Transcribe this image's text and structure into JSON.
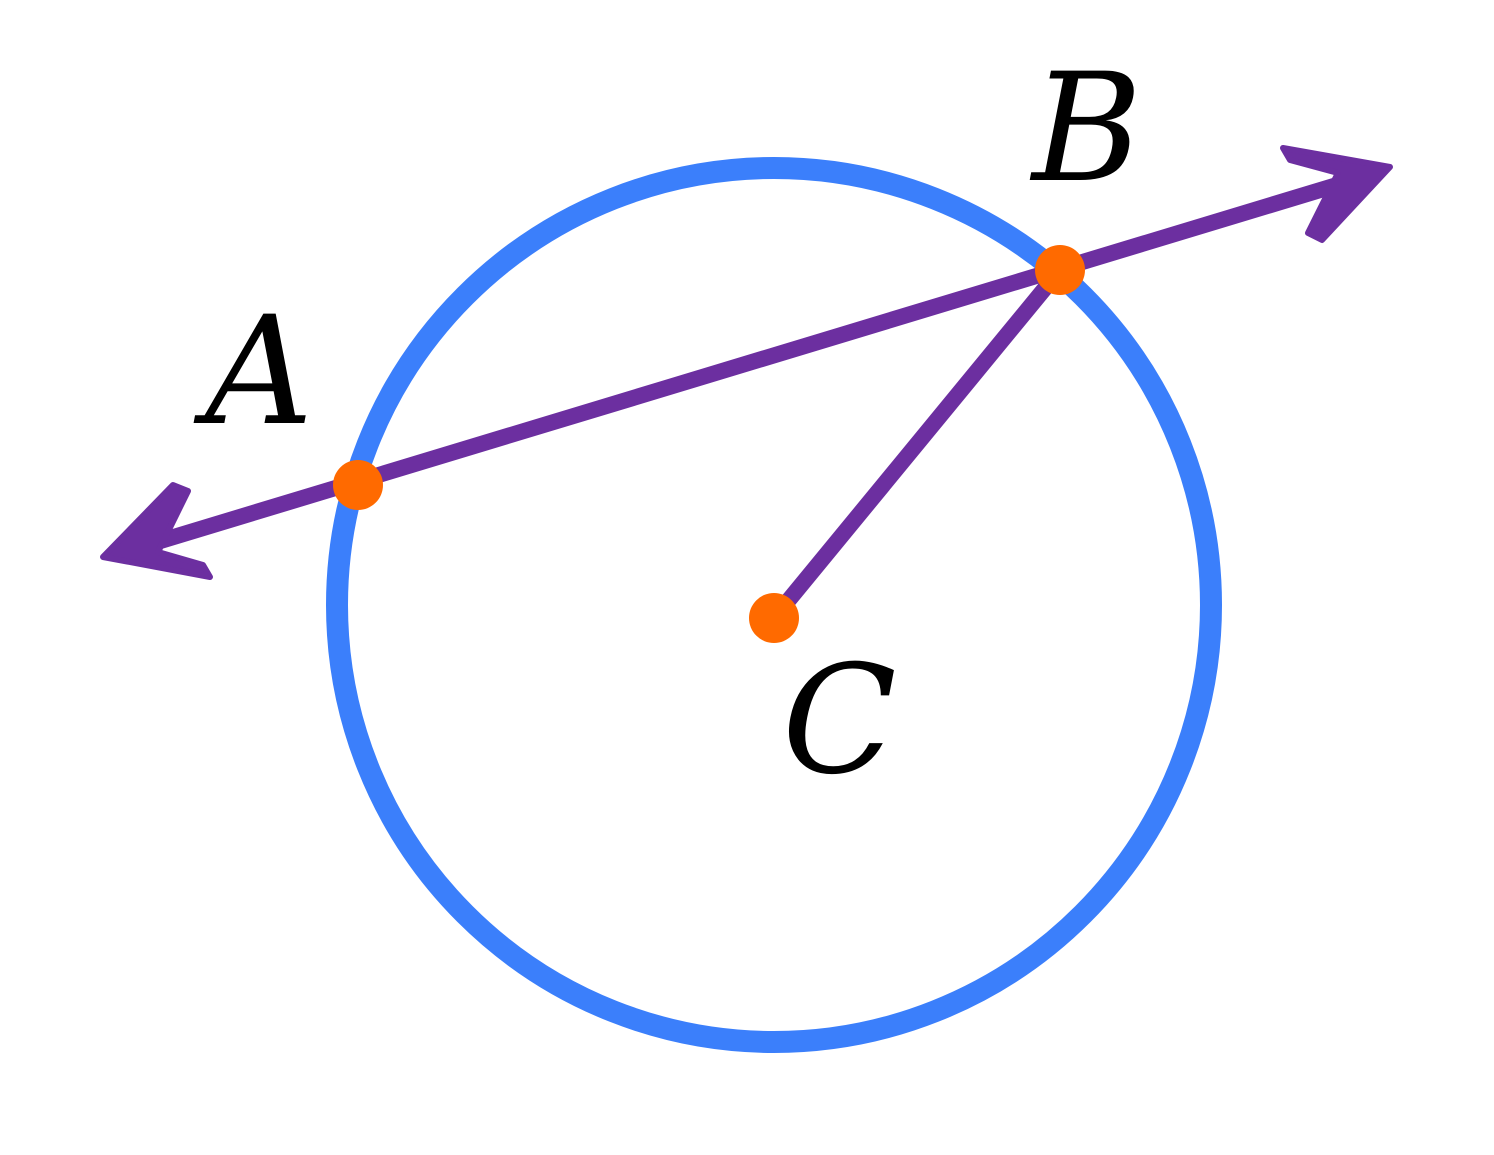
{
  "colors": {
    "circle": "#3b7ffb",
    "line": "#6c2fa0",
    "point": "#ff6a00",
    "label": "#000000"
  },
  "labels": {
    "a": "A",
    "b": "B",
    "c": "C"
  }
}
